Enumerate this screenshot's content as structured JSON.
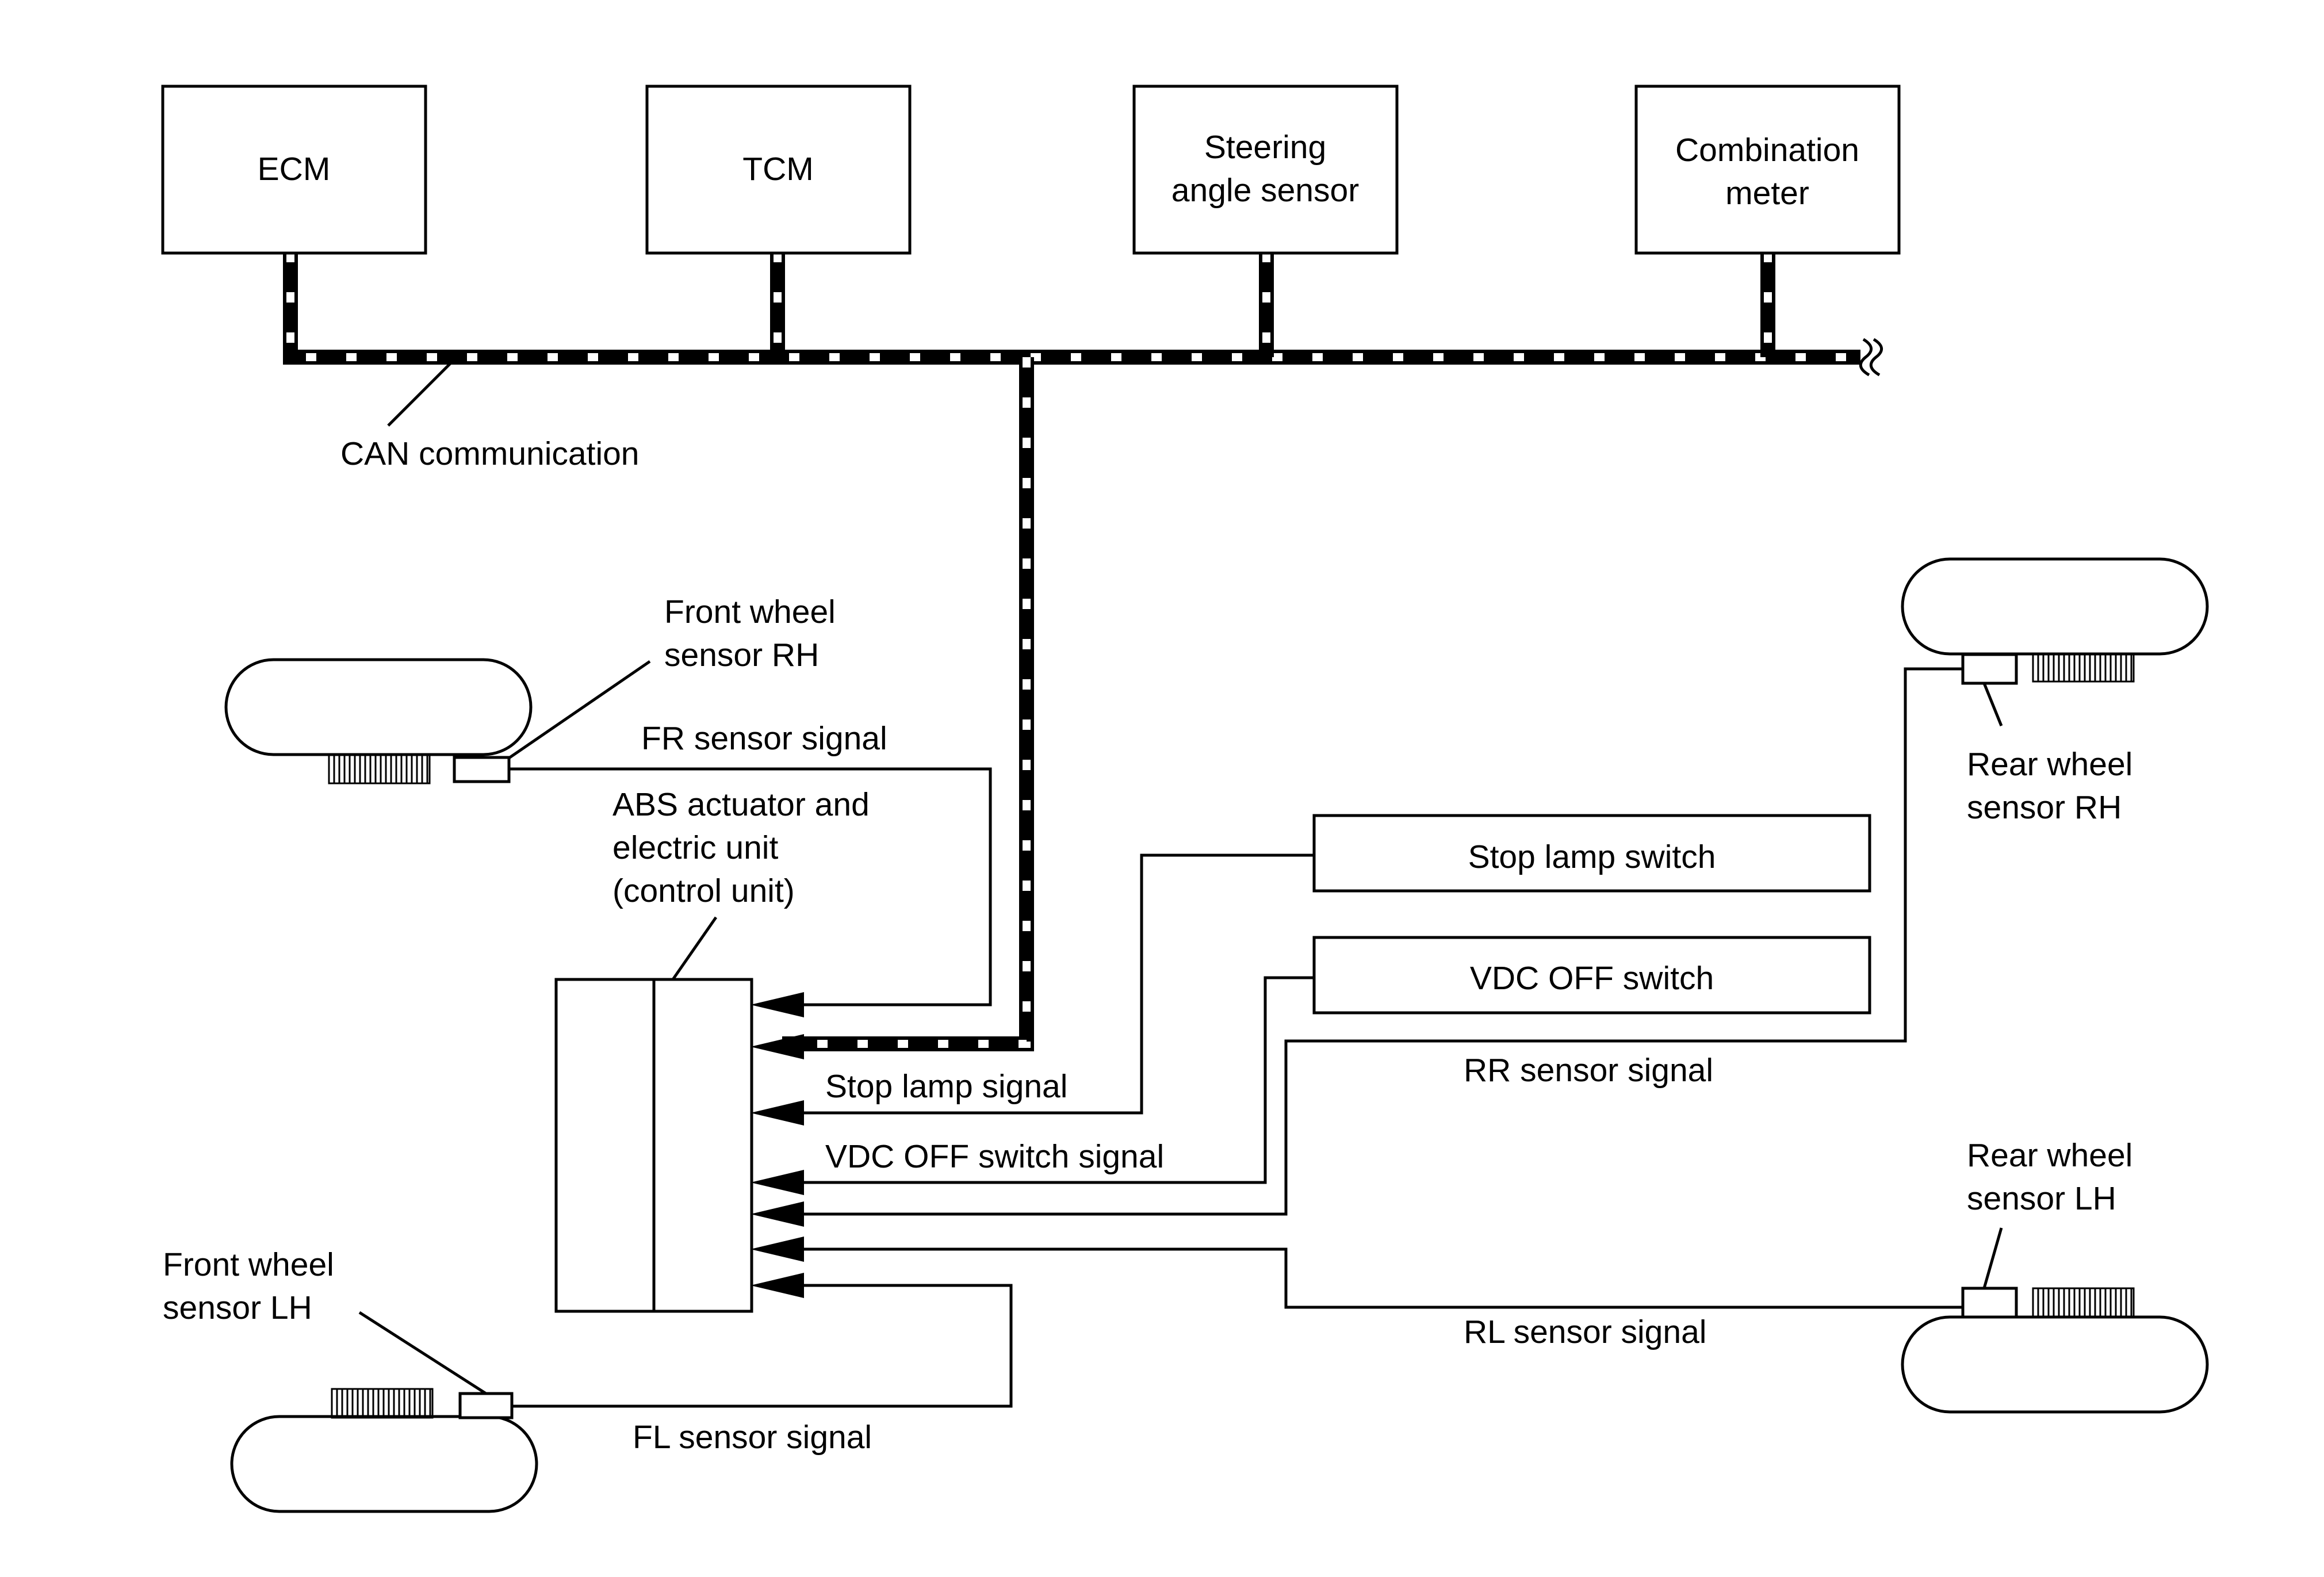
{
  "modules": {
    "ecm": "ECM",
    "tcm": "TCM",
    "steering_line1": "Steering",
    "steering_line2": "angle sensor",
    "combination_line1": "Combination",
    "combination_line2": "meter"
  },
  "can_label": "CAN communication",
  "abs_unit": {
    "line1": "ABS actuator and",
    "line2": "electric unit",
    "line3": "(control unit)"
  },
  "sensors": {
    "front_rh_line1": "Front wheel",
    "front_rh_line2": "sensor RH",
    "front_lh_line1": "Front wheel",
    "front_lh_line2": "sensor LH",
    "rear_rh_line1": "Rear wheel",
    "rear_rh_line2": "sensor RH",
    "rear_lh_line1": "Rear wheel",
    "rear_lh_line2": "sensor LH"
  },
  "switches": {
    "stop_lamp": "Stop lamp switch",
    "vdc_off": "VDC OFF switch"
  },
  "signals": {
    "fr": "FR sensor signal",
    "fl": "FL sensor signal",
    "rr": "RR sensor signal",
    "rl": "RL sensor signal",
    "stop_lamp": "Stop lamp signal",
    "vdc_off": "VDC OFF switch signal"
  }
}
